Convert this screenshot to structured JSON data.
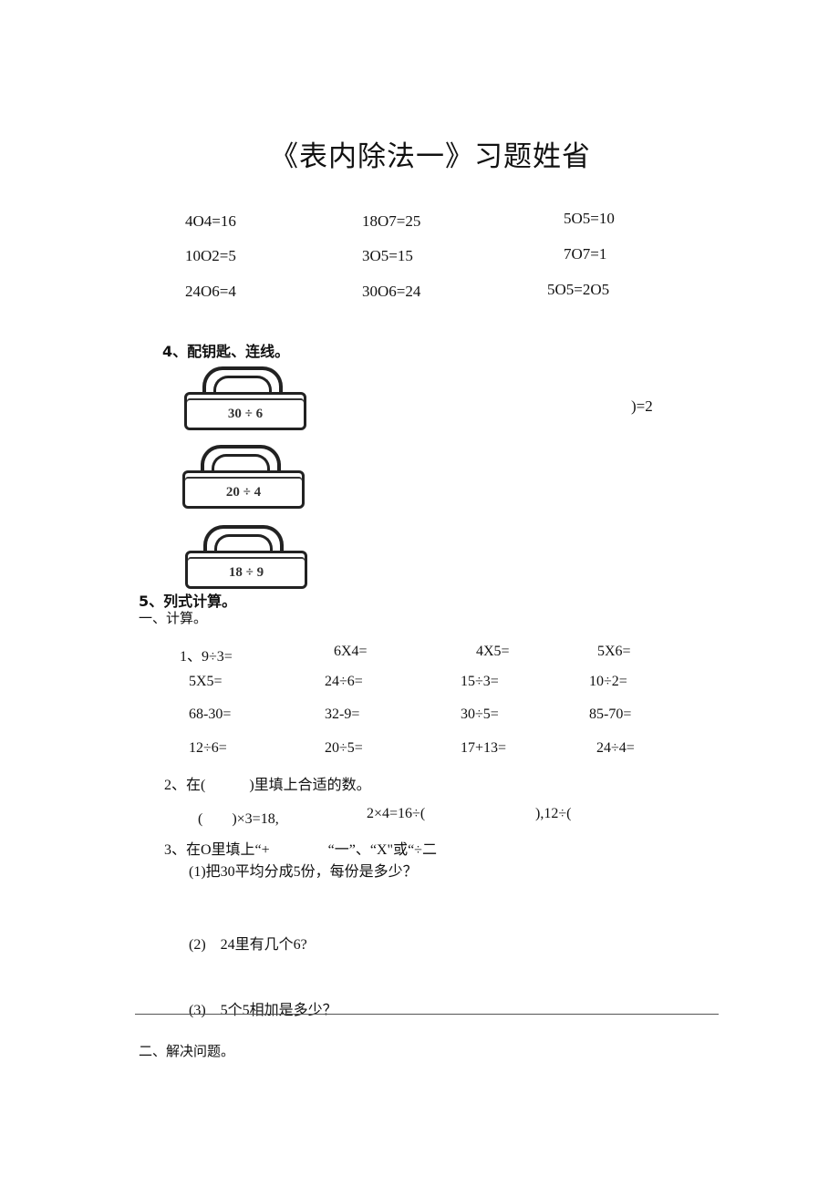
{
  "title": "《表内除法一》习题姓省",
  "section3": {
    "equations": [
      [
        "4O4=16",
        "18O7=25",
        "5O5=10"
      ],
      [
        "10O2=5",
        "3O5=15",
        "7O7=1"
      ],
      [
        "24O6=4",
        "30O6=24",
        "5O5=2O5"
      ]
    ]
  },
  "section4": {
    "heading": "4、配钥匙、连线。",
    "locks": [
      "30 ÷ 6",
      "20 ÷ 4",
      "18 ÷ 9"
    ],
    "key_fragment": ")=2"
  },
  "section5": {
    "heading": "5、列式计算。"
  },
  "part1": {
    "heading": "一、计算。",
    "q1": {
      "rows": [
        [
          "1、9÷3=",
          "6X4=",
          "4X5=",
          "5X6="
        ],
        [
          "5X5=",
          "24÷6=",
          "15÷3=",
          "10÷2="
        ],
        [
          "68-30=",
          "32-9=",
          "30÷5=",
          "85-70="
        ],
        [
          "12÷6=",
          "20÷5=",
          "17+13=",
          "24÷4="
        ]
      ]
    },
    "q2": {
      "prompt": "2、在(　　　)里填上合适的数。",
      "items": [
        "(　　)×3=18,",
        "2×4=16÷(",
        "),12÷("
      ]
    },
    "q3": {
      "prompt": "3、在O里填上“+　　　　“一”、“X\"或“÷二",
      "sub": [
        "(1)把30平均分成5份，每份是多少？",
        "(2)　24里有几个6?",
        "(3)　5个5相加是多少？"
      ]
    }
  },
  "part2": {
    "heading": "二、解决问题。"
  }
}
